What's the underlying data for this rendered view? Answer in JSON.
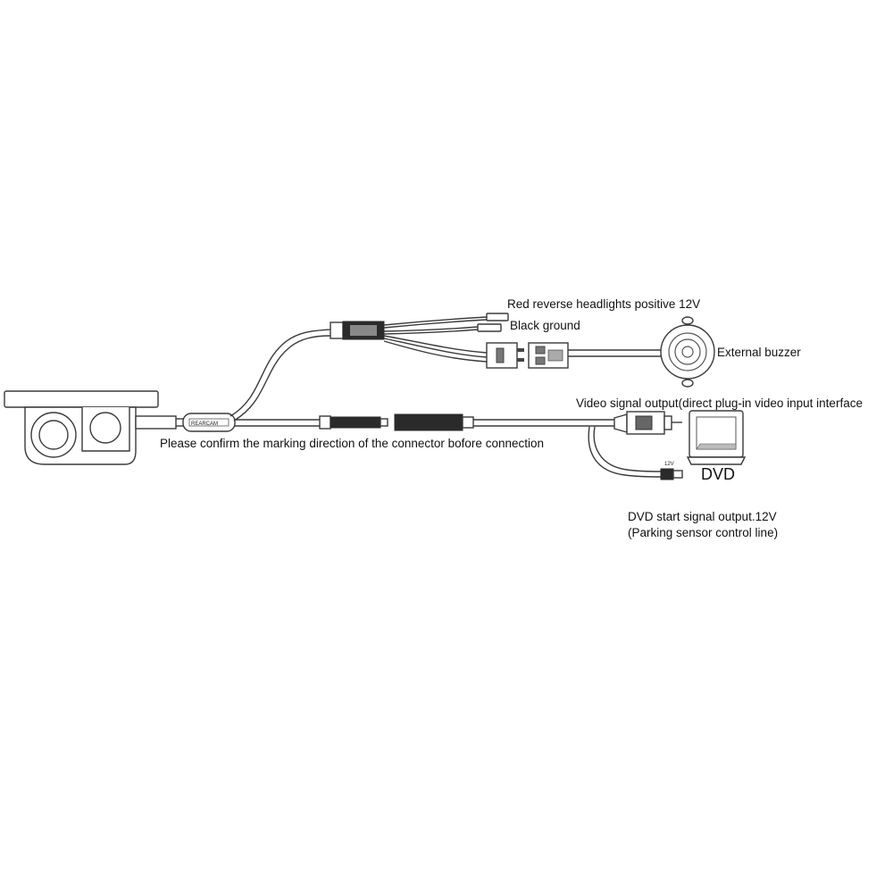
{
  "labels": {
    "red_reverse": "Red reverse headlights positive 12V",
    "black_ground": "Black ground",
    "external_buzzer": "External buzzer",
    "video_output": "Video signal output(direct plug-in video input interface",
    "confirm_marking": "Please confirm the marking direction of the connector bofore connection",
    "dvd_start_line1": "DVD start signal output.12V",
    "dvd_start_line2": "(Parking sensor control line)"
  },
  "device": {
    "monitor_label": "DVD"
  }
}
